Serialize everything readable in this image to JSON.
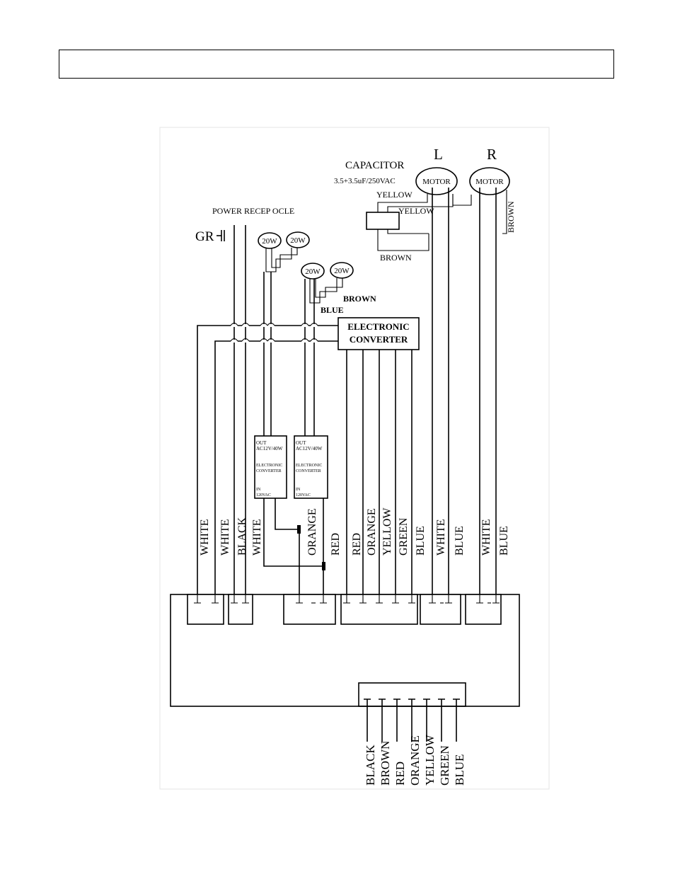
{
  "header": {
    "text": ""
  },
  "diagram": {
    "capacitor": {
      "title": "CAPACITOR",
      "rating": "3.5+3.5uF/250VAC",
      "yellow1": "YELLOW",
      "yellow2": "YELLOW",
      "brown": "BROWN"
    },
    "motors": {
      "left_label": "L",
      "right_label": "R",
      "motor_text": "MOTOR",
      "brown_wire": "BROWN"
    },
    "power": {
      "receptacle_label": "POWER RECEP OCLE",
      "ground_label": "GR"
    },
    "lamps": {
      "label": "20W",
      "brown": "BROWN",
      "blue": "BLUE"
    },
    "converter_main": {
      "line1": "ELECTRONIC",
      "line2": "CONVERTER"
    },
    "small_converter": {
      "out": "OUT",
      "out_rating": "AC12V/40W",
      "name1": "ELECTRONIC",
      "name2": "CONVERTER",
      "in": "IN",
      "in_rating": "120VAC"
    },
    "wire_labels": [
      "WHITE",
      "WHITE",
      "BLACK",
      "WHITE",
      "ORANGE",
      "RED",
      "RED",
      "ORANGE",
      "YELLOW",
      "GREEN",
      "BLUE",
      "WHITE",
      "BLUE",
      "WHITE",
      "BLUE"
    ],
    "bottom_labels": [
      "BLACK",
      "BROWN",
      "RED",
      "ORANGE",
      "YELLOW",
      "GREEN",
      "BLUE"
    ]
  }
}
